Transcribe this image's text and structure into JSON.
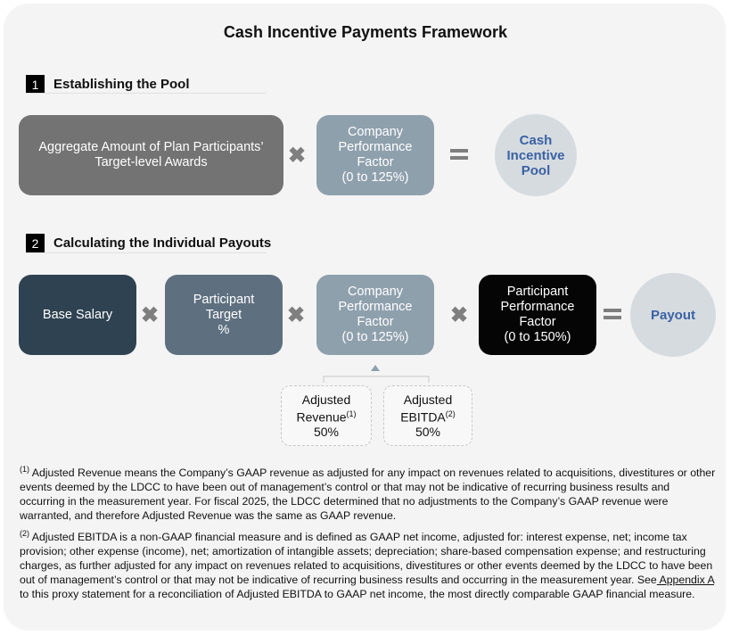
{
  "title": "Cash Incentive Payments Framework",
  "section1": {
    "number": "1",
    "title": "Establishing the Pool",
    "box_aggregate": "Aggregate Amount of Plan Participants’\nTarget-level Awards",
    "box_cpf": "Company\nPerformance\nFactor\n(0 to 125%)",
    "result": "Cash\nIncentive\nPool"
  },
  "section2": {
    "number": "2",
    "title": "Calculating the Individual Payouts",
    "box_base": "Base Salary",
    "box_target": "Participant\nTarget\n%",
    "box_cpf": "Company\nPerformance\nFactor\n(0 to 125%)",
    "box_ppf": "Participant\nPerformance\nFactor\n(0 to 150%)",
    "result": "Payout",
    "components": [
      {
        "line1": "Adjusted",
        "line2": "Revenue",
        "sup": "(1)",
        "pct": "50%"
      },
      {
        "line1": "Adjusted",
        "line2": "EBITDA",
        "sup": "(2)",
        "pct": "50%"
      }
    ]
  },
  "operators": {
    "times": "✖",
    "equals": "="
  },
  "footnotes": {
    "fn1_marker": "(1)",
    "fn1_text": " Adjusted Revenue means the Company’s GAAP revenue as adjusted for any impact on revenues related to acquisitions, divestitures or other events deemed by the LDCC to have been out of management’s control or that may not be indicative of recurring business results and occurring in the measurement year. For fiscal 2025, the LDCC determined that no adjustments to the Company’s GAAP revenue were warranted, and therefore Adjusted Revenue was the same as GAAP revenue.",
    "fn2_marker": "(2)",
    "fn2_text": " Adjusted EBITDA is a non-GAAP financial measure and is defined as GAAP net income, adjusted for: interest expense, net; income tax provision; other expense (income), net; amortization of intangible assets; depreciation; share-based compensation expense; and restructuring charges, as further adjusted for any impact on revenues related to acquisitions, divestitures or other events deemed by the LDCC to have been out of management’s control or that may not be indicative of recurring business results and occurring in the measurement year. See",
    "fn2_link": " Appendix A",
    "fn2_tail": " to this proxy statement for a reconciliation of Adjusted EBITDA to GAAP net income, the most directly comparable GAAP financial measure."
  }
}
